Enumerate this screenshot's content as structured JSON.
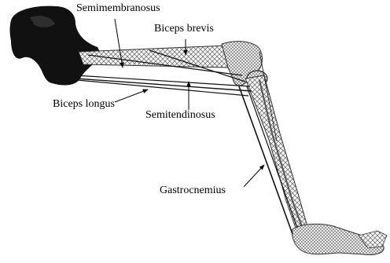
{
  "diagram": {
    "labels": {
      "semimembranosus": "Semimembranosus",
      "biceps_brevis": "Biceps brevis",
      "biceps_longus": "Biceps longus",
      "semitendinosus": "Semitendinosus",
      "gastrocnemius": "Gastrocnemius"
    }
  }
}
